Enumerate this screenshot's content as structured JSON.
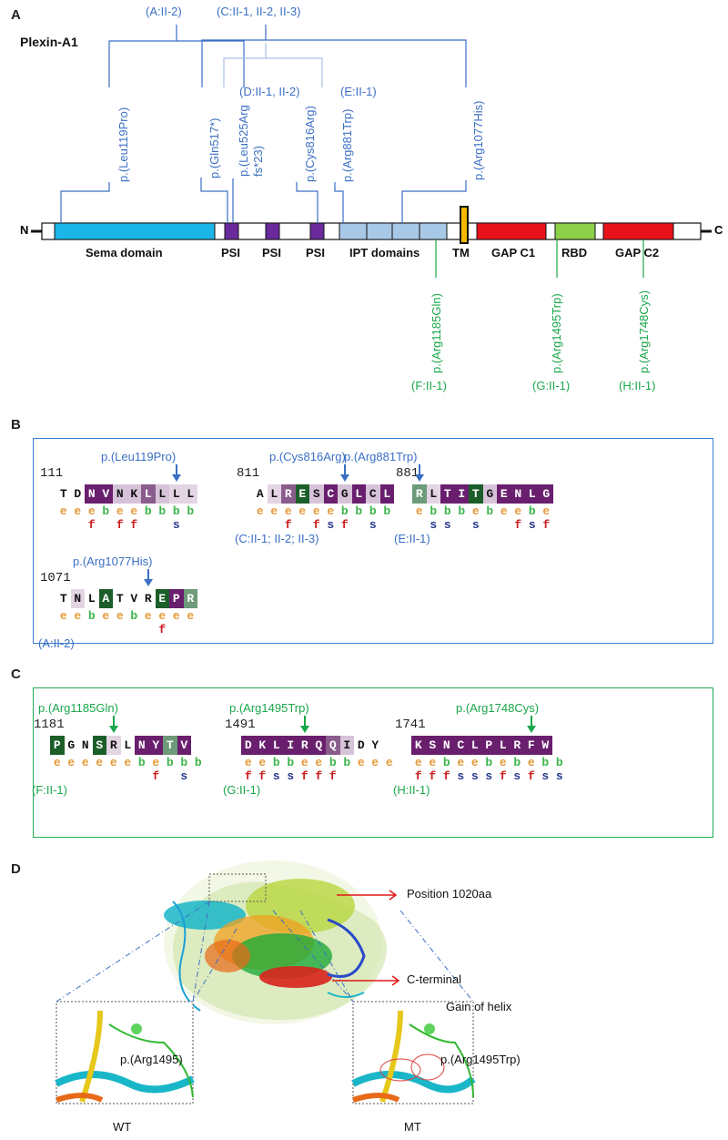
{
  "panel_letters": {
    "a": "A",
    "b": "B",
    "c": "C",
    "d": "D"
  },
  "panelA": {
    "protein_title": "Plexin-A1",
    "n_label": "N",
    "c_label": "C",
    "domain_labels": {
      "sema": "Sema domain",
      "psi1": "PSI",
      "psi2": "PSI",
      "psi3": "PSI",
      "ipt": "IPT domains",
      "tm": "TM",
      "gap1": "GAP C1",
      "rbd": "RBD",
      "gap2": "GAP C2"
    },
    "top_variants": [
      "p.(Leu119Pro)",
      "p.(Gln517*)",
      "p.(Leu525Arg",
      "fs*23)",
      "p.(Cys816Arg)",
      "p.(Arg881Trp)",
      "p.(Arg1077His)"
    ],
    "top_groups": {
      "a": "(A:II-2)",
      "c": "(C:II-1, II-2, II-3)",
      "d": "(D:II-1, II-2)",
      "e": "(E:II-1)"
    },
    "bottom_variants": [
      "p.(Arg1185Gln)",
      "p.(Arg1495Trp)",
      "p.(Arg1748Cys)"
    ],
    "bottom_groups": [
      "(F:II-1)",
      "(G:II-1)",
      "(H:II-1)"
    ],
    "colors": {
      "sema": "#1ab6e8",
      "psi": "#6a2a9c",
      "ipt": "#a8c8e8",
      "tm": "#f5b800",
      "gap": "#e8121a",
      "rbd": "#8ed04a",
      "blue": "#3a6fc4",
      "green": "#1aa64a"
    }
  },
  "panelB": {
    "blocks": [
      {
        "start": "111",
        "label": "p.(Leu119Pro)",
        "group": "",
        "seq": [
          [
            "T",
            ""
          ],
          [
            "D",
            ""
          ],
          [
            "N",
            "dp"
          ],
          [
            "V",
            "dp"
          ],
          [
            "N",
            "pl"
          ],
          [
            "K",
            "pl"
          ],
          [
            "L",
            "mp"
          ],
          [
            "L",
            "pl"
          ],
          [
            "L",
            "lp"
          ],
          [
            "L",
            "lp"
          ]
        ],
        "ss1": [
          "e",
          "e",
          "e",
          "b",
          "e",
          "e",
          "b",
          "b",
          "b",
          "b"
        ],
        "ss2": [
          "",
          "",
          "f",
          "",
          "f",
          "f",
          "",
          "",
          "s",
          ""
        ]
      },
      {
        "start": "811",
        "label": "p.(Cys816Arg)",
        "group": "(C:II-1; II-2; II-3)",
        "seq": [
          [
            "A",
            ""
          ],
          [
            "L",
            "lp"
          ],
          [
            "R",
            "mp"
          ],
          [
            "E",
            "dg"
          ],
          [
            "S",
            "pl"
          ],
          [
            "C",
            "dp"
          ],
          [
            "G",
            "pl"
          ],
          [
            "L",
            "dp"
          ],
          [
            "C",
            "pl"
          ],
          [
            "L",
            "dp"
          ]
        ],
        "ss1": [
          "e",
          "e",
          "e",
          "e",
          "e",
          "e",
          "b",
          "b",
          "b",
          "b"
        ],
        "ss2": [
          "",
          "",
          "f",
          "",
          "f",
          "s",
          "f",
          "",
          "s",
          ""
        ]
      },
      {
        "start": "881",
        "label": "p.(Arg881Trp)",
        "group": "(E:II-1)",
        "seq": [
          [
            "R",
            "mg"
          ],
          [
            "L",
            "lp"
          ],
          [
            "T",
            "dp"
          ],
          [
            "I",
            "dp"
          ],
          [
            "T",
            "dg"
          ],
          [
            "G",
            "pl"
          ],
          [
            "E",
            "dp"
          ],
          [
            "N",
            "dp"
          ],
          [
            "L",
            "dp"
          ],
          [
            "G",
            "dp"
          ]
        ],
        "ss1": [
          "e",
          "b",
          "b",
          "b",
          "e",
          "b",
          "e",
          "e",
          "b",
          "e"
        ],
        "ss2": [
          "",
          "s",
          "s",
          "",
          "s",
          "",
          "",
          "f",
          "s",
          "f"
        ]
      },
      {
        "start": "1071",
        "label": "p.(Arg1077His)",
        "group": "(A:II-2)",
        "seq": [
          [
            "T",
            ""
          ],
          [
            "N",
            "lp"
          ],
          [
            "L",
            ""
          ],
          [
            "A",
            "dg"
          ],
          [
            "T",
            ""
          ],
          [
            "V",
            ""
          ],
          [
            "R",
            ""
          ],
          [
            "E",
            "dg"
          ],
          [
            "P",
            "dp"
          ],
          [
            "R",
            "mg"
          ]
        ],
        "ss1": [
          "e",
          "e",
          "b",
          "e",
          "e",
          "b",
          "e",
          "e",
          "e",
          "e"
        ],
        "ss2": [
          "",
          "",
          "",
          "",
          "",
          "",
          "",
          "f",
          "",
          ""
        ]
      }
    ]
  },
  "panelC": {
    "blocks": [
      {
        "start": "1181",
        "label": "p.(Arg1185Gln)",
        "group": "(F:II-1)",
        "seq": [
          [
            "P",
            "dg"
          ],
          [
            "G",
            ""
          ],
          [
            "N",
            ""
          ],
          [
            "S",
            "dg"
          ],
          [
            "R",
            "lp"
          ],
          [
            "L",
            ""
          ],
          [
            "N",
            "dp"
          ],
          [
            "Y",
            "dp"
          ],
          [
            "T",
            "mg"
          ],
          [
            "V",
            "dp"
          ]
        ],
        "ss1": [
          "e",
          "e",
          "e",
          "e",
          "e",
          "e",
          "b",
          "e",
          "b",
          "b",
          "b"
        ],
        "ss2": [
          "",
          "",
          "",
          "",
          "",
          "",
          "",
          "f",
          "",
          "s"
        ]
      },
      {
        "start": "1491",
        "label": "p.(Arg1495Trp)",
        "group": "(G:II-1)",
        "seq": [
          [
            "D",
            "dp"
          ],
          [
            "K",
            "dp"
          ],
          [
            "L",
            "dp"
          ],
          [
            "I",
            "dp"
          ],
          [
            "R",
            "dp"
          ],
          [
            "Q",
            "dp"
          ],
          [
            "Q",
            "mp"
          ],
          [
            "I",
            "pl"
          ],
          [
            "D",
            ""
          ],
          [
            "Y",
            ""
          ]
        ],
        "ss1": [
          "e",
          "e",
          "b",
          "b",
          "e",
          "e",
          "b",
          "b",
          "e",
          "e",
          "e"
        ],
        "ss2": [
          "f",
          "f",
          "s",
          "s",
          "f",
          "f",
          "f",
          "",
          "",
          ""
        ]
      },
      {
        "start": "1741",
        "label": "p.(Arg1748Cys)",
        "group": "(H:II-1)",
        "seq": [
          [
            "K",
            "dp"
          ],
          [
            "S",
            "dp"
          ],
          [
            "N",
            "dp"
          ],
          [
            "C",
            "dp"
          ],
          [
            "L",
            "dp"
          ],
          [
            "P",
            "dp"
          ],
          [
            "L",
            "dp"
          ],
          [
            "R",
            "dp"
          ],
          [
            "F",
            "dp"
          ],
          [
            "W",
            "dp"
          ]
        ],
        "ss1": [
          "e",
          "e",
          "b",
          "e",
          "e",
          "b",
          "e",
          "b",
          "e",
          "b",
          "b"
        ],
        "ss2": [
          "f",
          "f",
          "f",
          "s",
          "s",
          "s",
          "f",
          "s",
          "f",
          "s",
          "s"
        ]
      }
    ]
  },
  "panelD": {
    "callouts": [
      "Position 1020aa",
      "C-terminal",
      "Gain of helix"
    ],
    "wt_label": "p.(Arg1495)",
    "mt_label": "p.(Arg1495Trp)",
    "wt_caption": "WT",
    "mt_caption": "MT"
  }
}
